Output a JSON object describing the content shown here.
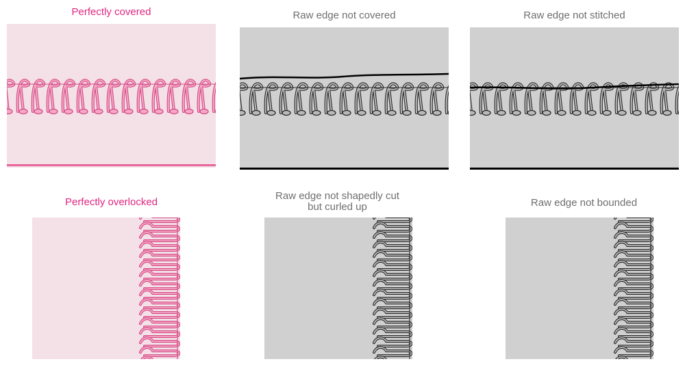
{
  "colors": {
    "good_label": "#e0267f",
    "bad_label": "#6e6e6e",
    "good_fabric": "#f4e0e7",
    "good_edge": "#e8679a",
    "good_thread_fill": "#f6a8c6",
    "good_thread_stroke": "#d24c86",
    "bad_fabric": "#d0d0d0",
    "bad_thread_fill": "#b8b8b8",
    "bad_thread_stroke": "#2a2a2a",
    "edge_line": "#000000"
  },
  "panels": [
    {
      "id": "perfectly-covered",
      "label": "Perfectly covered",
      "status": "good"
    },
    {
      "id": "raw-edge-not-covered",
      "label": "Raw edge not covered",
      "status": "defect"
    },
    {
      "id": "raw-edge-not-stitched",
      "label": "Raw edge not stitched",
      "status": "defect"
    },
    {
      "id": "perfectly-overlocked",
      "label": "Perfectly overlocked",
      "status": "good"
    },
    {
      "id": "raw-edge-not-shapedly-cut",
      "label": "Raw edge not shapedly cut\nbut curled up",
      "status": "defect"
    },
    {
      "id": "raw-edge-not-bounded",
      "label": "Raw edge not bounded",
      "status": "defect"
    }
  ]
}
